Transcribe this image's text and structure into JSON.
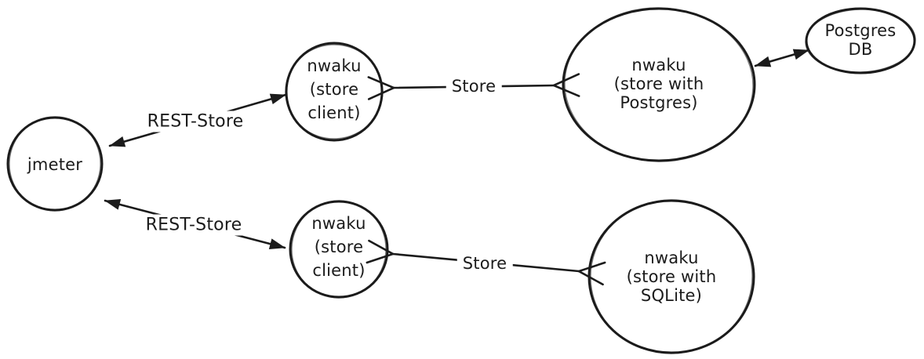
{
  "diagram": {
    "colors": {
      "background": "#ffffff",
      "stroke": "#1b1b1b",
      "text": "#1b1b1b"
    },
    "nodes": [
      {
        "id": "jmeter",
        "lines": [
          "jmeter"
        ]
      },
      {
        "id": "nwaku-store-client-top",
        "lines": [
          "nwaku",
          "(store",
          "client)"
        ]
      },
      {
        "id": "nwaku-store-postgres",
        "lines": [
          "nwaku",
          "(store with",
          "Postgres)"
        ]
      },
      {
        "id": "postgres-db",
        "lines": [
          "Postgres",
          "DB"
        ]
      },
      {
        "id": "nwaku-store-client-bottom",
        "lines": [
          "nwaku",
          "(store",
          "client)"
        ]
      },
      {
        "id": "nwaku-store-sqlite",
        "lines": [
          "nwaku",
          "(store with",
          "SQLite)"
        ]
      }
    ],
    "edges": [
      {
        "id": "rest-store-top",
        "label": "REST-Store",
        "from": "jmeter",
        "to": "nwaku-store-client-top",
        "arrowheads": "both",
        "head_style": "filled"
      },
      {
        "id": "store-top",
        "label": "Store",
        "from": "nwaku-store-client-top",
        "to": "nwaku-store-postgres",
        "arrowheads": "both",
        "head_style": "open"
      },
      {
        "id": "postgres-db-link",
        "label": "",
        "from": "nwaku-store-postgres",
        "to": "postgres-db",
        "arrowheads": "both",
        "head_style": "filled"
      },
      {
        "id": "rest-store-bottom",
        "label": "REST-Store",
        "from": "jmeter",
        "to": "nwaku-store-client-bottom",
        "arrowheads": "both",
        "head_style": "filled"
      },
      {
        "id": "store-bottom",
        "label": "Store",
        "from": "nwaku-store-client-bottom",
        "to": "nwaku-store-sqlite",
        "arrowheads": "both",
        "head_style": "open"
      }
    ]
  }
}
